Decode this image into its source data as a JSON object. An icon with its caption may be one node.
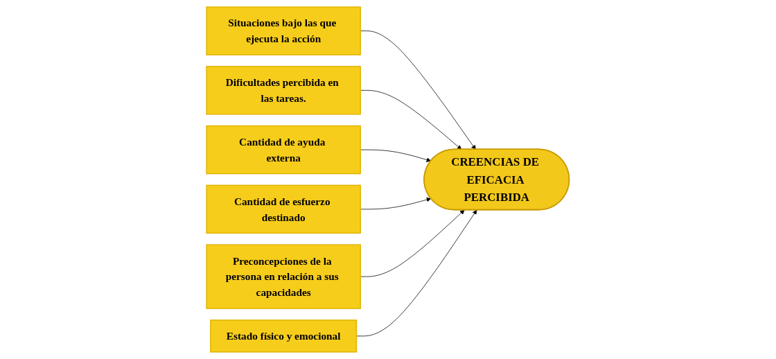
{
  "diagram": {
    "nodes": [
      {
        "text": [
          "Situaciones bajo las que ejecuta la acción"
        ]
      },
      {
        "text": [
          "Dificultades percibida en las tareas."
        ]
      },
      {
        "text": [
          "CREENCIAS DE EFICACIA PERCIBIDA"
        ]
      },
      {
        "text": [
          "Cantidad de ayuda externa"
        ]
      },
      {
        "text": [
          "Cantidad de esfuerzo destinado"
        ]
      },
      {
        "text": [
          "Preconcepciones de la persona en relación a sus capacidades"
        ]
      },
      {
        "text": [
          "Estado físico y emocional"
        ]
      }
    ],
    "edges": [
      {
        "from": 0,
        "to": 2,
        "arrow": "to"
      },
      {
        "from": 1,
        "to": 2,
        "arrow": "to"
      },
      {
        "from": 3,
        "to": 2,
        "arrow": "to"
      },
      {
        "from": 4,
        "to": 2,
        "arrow": "to"
      },
      {
        "from": 5,
        "to": 2,
        "arrow": "to"
      },
      {
        "from": 6,
        "to": 2,
        "arrow": "to"
      }
    ]
  }
}
